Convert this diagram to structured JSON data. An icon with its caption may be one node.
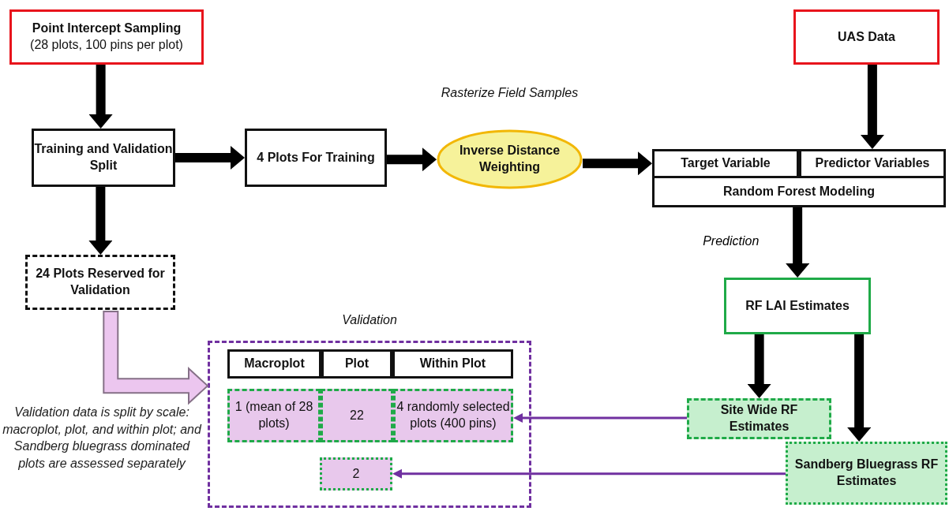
{
  "diagram": {
    "nodes": [
      {
        "text": [
          "Point Intercept Sampling",
          "(28 plots, 100 pins per plot)"
        ]
      },
      {
        "text": [
          "UAS Data"
        ]
      },
      {
        "text": [
          "Training and Validation Split"
        ]
      },
      {
        "text": [
          "4 Plots For Training"
        ]
      },
      {
        "text": [
          "Inverse Distance Weighting"
        ],
        "beside": [
          "Rasterize Field Samples"
        ]
      },
      {
        "text": [
          "Random Forest Modeling"
        ]
      },
      {
        "text": [
          "Target Variable"
        ],
        "in": 5
      },
      {
        "text": [
          "Predictor Variables"
        ],
        "in": 5
      },
      {
        "text": [
          "24 Plots Reserved for Validation"
        ]
      },
      {
        "text": [
          "RF LAI Estimates"
        ]
      },
      {
        "text": [
          "Validation"
        ]
      },
      {
        "text": [
          "Macroplot"
        ],
        "in": 10
      },
      {
        "text": [
          "Plot"
        ],
        "in": 10
      },
      {
        "text": [
          "Within Plot"
        ],
        "in": 10
      },
      {
        "text": [
          "1 (mean of 28 plots)"
        ],
        "in": 10
      },
      {
        "text": [
          "22"
        ],
        "in": 10
      },
      {
        "text": [
          "4 randomly selected plots (400 pins)"
        ],
        "in": 10
      },
      {
        "text": [
          "2"
        ],
        "in": 10
      },
      {
        "text": [
          "Site Wide RF Estimates"
        ]
      },
      {
        "text": [
          "Sandberg Bluegrass RF Estimates"
        ]
      }
    ],
    "edges": [
      {
        "from": 0,
        "to": 2,
        "arrow": "to"
      },
      {
        "from": 2,
        "to": 3,
        "arrow": "to"
      },
      {
        "from": 3,
        "to": 4,
        "arrow": "to"
      },
      {
        "from": 4,
        "to": 5,
        "arrow": "to"
      },
      {
        "from": 1,
        "to": 7,
        "arrow": "to"
      },
      {
        "from": 2,
        "to": 8,
        "arrow": "to"
      },
      {
        "from": 5,
        "to": 9,
        "arrow": "to",
        "label": "Prediction"
      },
      {
        "from": 9,
        "to": 18,
        "arrow": "to"
      },
      {
        "from": 9,
        "to": 19,
        "arrow": "to"
      },
      {
        "from": 18,
        "to": 16,
        "arrow": "to",
        "color": "#7030a0"
      },
      {
        "from": 19,
        "to": 17,
        "arrow": "to",
        "color": "#7030a0"
      },
      {
        "from": 8,
        "to": 10,
        "arrow": "to",
        "style": "thick",
        "color": "#ecc6ef"
      }
    ],
    "labels": [
      "Validation data is split by scale: macroplot, plot, and within plot; and Sandberg bluegrass dominated plots are assessed separately"
    ]
  }
}
